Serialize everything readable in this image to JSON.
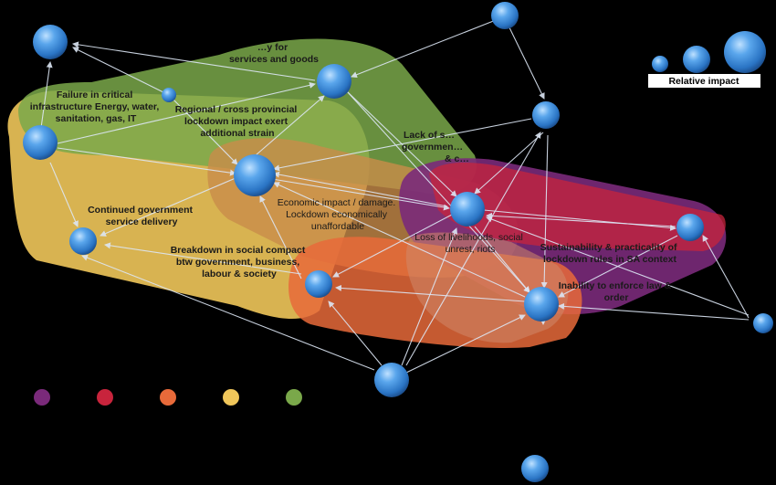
{
  "legend": {
    "label": "Relative impact"
  },
  "nodes": [
    {
      "id": "n1",
      "label": [
        "…y for",
        "services and goods"
      ],
      "size": "medium"
    },
    {
      "id": "n2",
      "label": [
        "Failure in critical",
        "infrastructure Energy, water,",
        "sanitation, gas, IT"
      ],
      "size": "small"
    },
    {
      "id": "n3",
      "label": [
        "Regional / cross provincial",
        "lockdown impact exert",
        "additional strain"
      ],
      "size": "medium"
    },
    {
      "id": "n4",
      "label": [
        "Lack of s…",
        "governmen…",
        "& c…"
      ],
      "size": "small"
    },
    {
      "id": "n5",
      "label": [
        "Economic impact / damage.",
        "Lockdown economically",
        "unaffordable"
      ],
      "size": "large"
    },
    {
      "id": "n6",
      "label": [
        "Continued government",
        "service delivery"
      ],
      "size": "small"
    },
    {
      "id": "n7",
      "label": [
        "Loss of livelihoods, social",
        "unrest, riots"
      ],
      "size": "medium"
    },
    {
      "id": "n8",
      "label": [
        "Breakdown in social compact",
        "btw government,  business,",
        "labour & society"
      ],
      "size": "small"
    },
    {
      "id": "n9",
      "label": [
        "Sustainability & practicality of",
        "lockdown rules in SA context"
      ],
      "size": "small"
    },
    {
      "id": "n10",
      "label": [
        "Inability to enforce law &",
        "order"
      ],
      "size": "medium"
    }
  ],
  "colors": {
    "purple": "#7a2a7a",
    "red": "#c8243c",
    "orange": "#e86a3a",
    "yellow": "#f0c65a",
    "green": "#7aa84a",
    "node": "#3b8ad8"
  }
}
